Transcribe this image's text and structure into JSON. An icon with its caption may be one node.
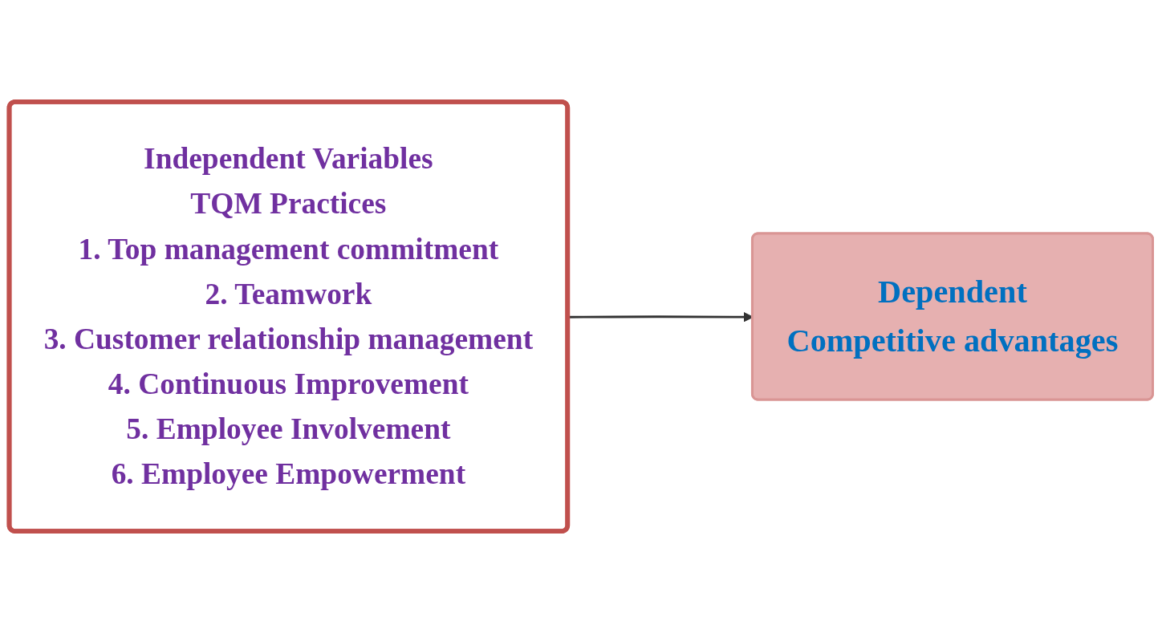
{
  "diagram": {
    "nodes": [
      {
        "text": [
          "Independent Variables",
          "TQM Practices",
          "1. Top management commitment",
          "2. Teamwork",
          "3. Customer relationship management",
          "4. Continuous Improvement",
          "5. Employee Involvement",
          "6. Employee Empowerment"
        ]
      },
      {
        "text": [
          "Dependent",
          "Competitive advantages"
        ]
      }
    ],
    "edges": [
      {
        "from": 0,
        "to": 1,
        "arrow": "to"
      }
    ]
  }
}
